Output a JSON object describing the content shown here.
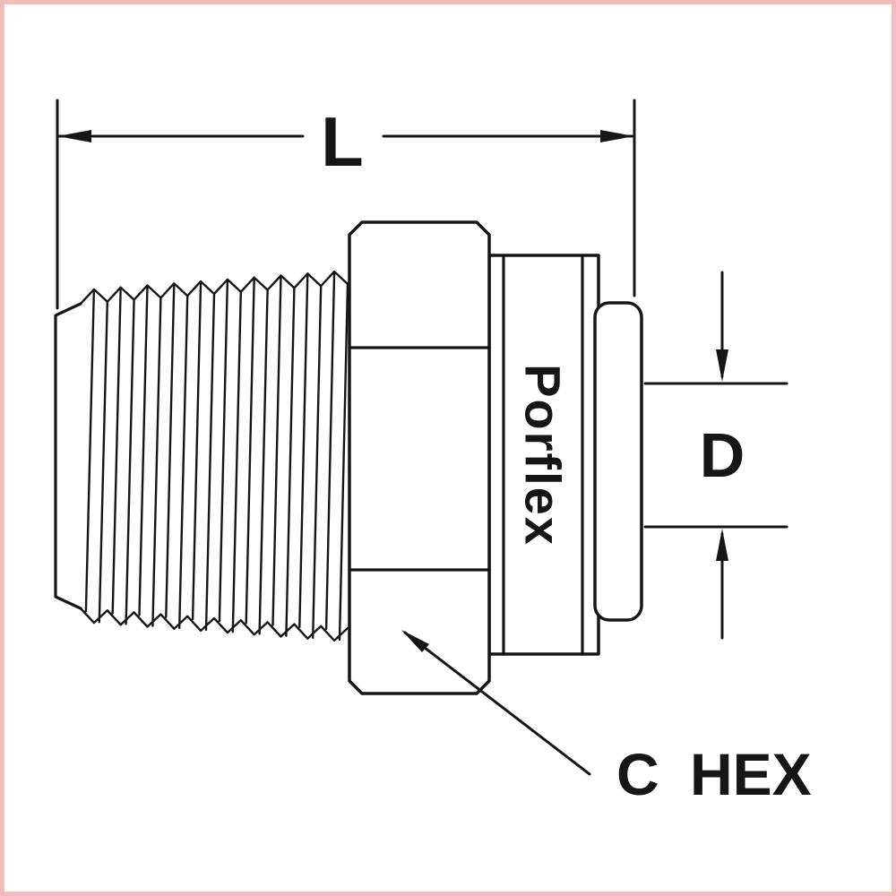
{
  "frame": {
    "border_color": "#f2bcbc",
    "background_color": "#ffffff"
  },
  "drawing": {
    "kind": "technical line drawing of a male-threaded push-to-connect fitting, side view",
    "line_color": "#161616",
    "part_label": "Porflex",
    "dimensions": {
      "length": {
        "label": "L"
      },
      "diameter": {
        "label": "D"
      },
      "hex": {
        "label": "C HEX"
      }
    }
  }
}
